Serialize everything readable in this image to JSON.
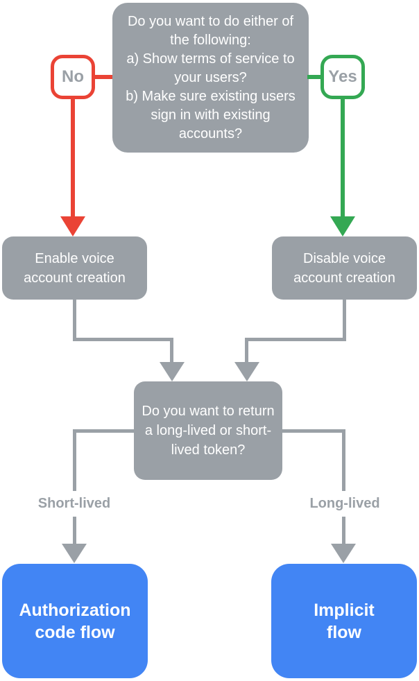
{
  "colors": {
    "node-gray": "#9AA0A6",
    "connector-gray": "#9AA0A6",
    "no-red": "#EA4335",
    "yes-green": "#34A853",
    "result-blue": "#4285F4",
    "node-text": "#FFFFFF",
    "label-text": "#9AA0A6",
    "badge-bg": "#FFFFFF"
  },
  "flowchart": {
    "root_question": {
      "intro": "Do you want to do either of the following:",
      "option_a": "a) Show terms of service to your users?",
      "option_b": "b) Make sure existing users sign in with existing accounts?"
    },
    "branch_no": "No",
    "branch_yes": "Yes",
    "enable_node": "Enable voice account creation",
    "disable_node": "Disable voice account creation",
    "token_question": "Do you want to return a long-lived or short-lived token?",
    "label_short_lived": "Short-lived",
    "label_long_lived": "Long-lived",
    "auth_code_node": {
      "lines": [
        "Authorization",
        "code flow"
      ]
    },
    "implicit_node": {
      "lines": [
        "Implicit",
        "flow"
      ]
    }
  }
}
